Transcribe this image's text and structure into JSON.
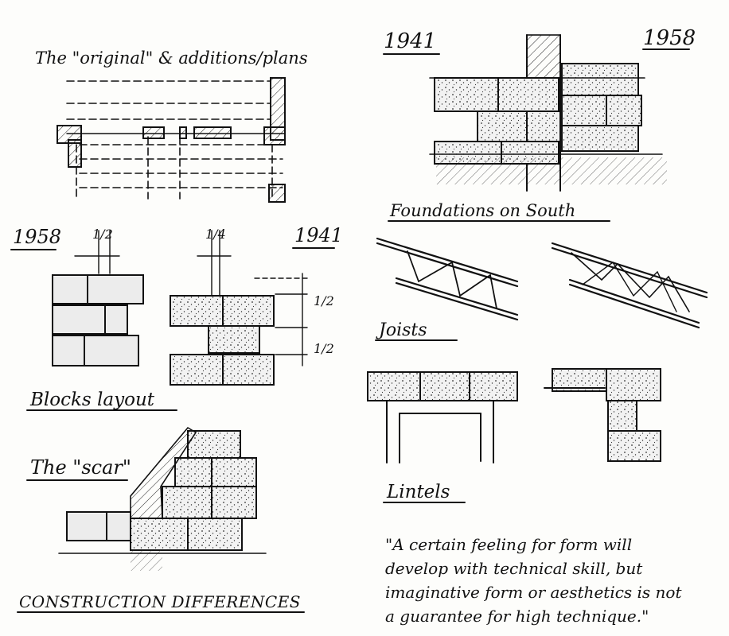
{
  "sketches": {
    "plans": {
      "label": "The \"original\" & additions/plans"
    },
    "foundation": {
      "year_left": "1941",
      "year_right": "1958",
      "label": "Foundations on South"
    },
    "block_layout": {
      "year_left": "1958",
      "year_right": "1941",
      "dim_left": "1/2",
      "dim_mid": "1/4",
      "dim_right_top": "1/2",
      "dim_right_bottom": "1/2",
      "label": "Blocks layout"
    },
    "joists": {
      "label": "Joists"
    },
    "scar": {
      "label": "The \"scar\""
    },
    "lintels": {
      "label": "Lintels"
    }
  },
  "heading": "CONSTRUCTION DIFFERENCES",
  "quote": {
    "line1": "\"A certain feeling for form will",
    "line2": "develop with technical skill, but",
    "line3": "imaginative form or aesthetics is not",
    "line4": "a guarantee for high technique.\""
  }
}
